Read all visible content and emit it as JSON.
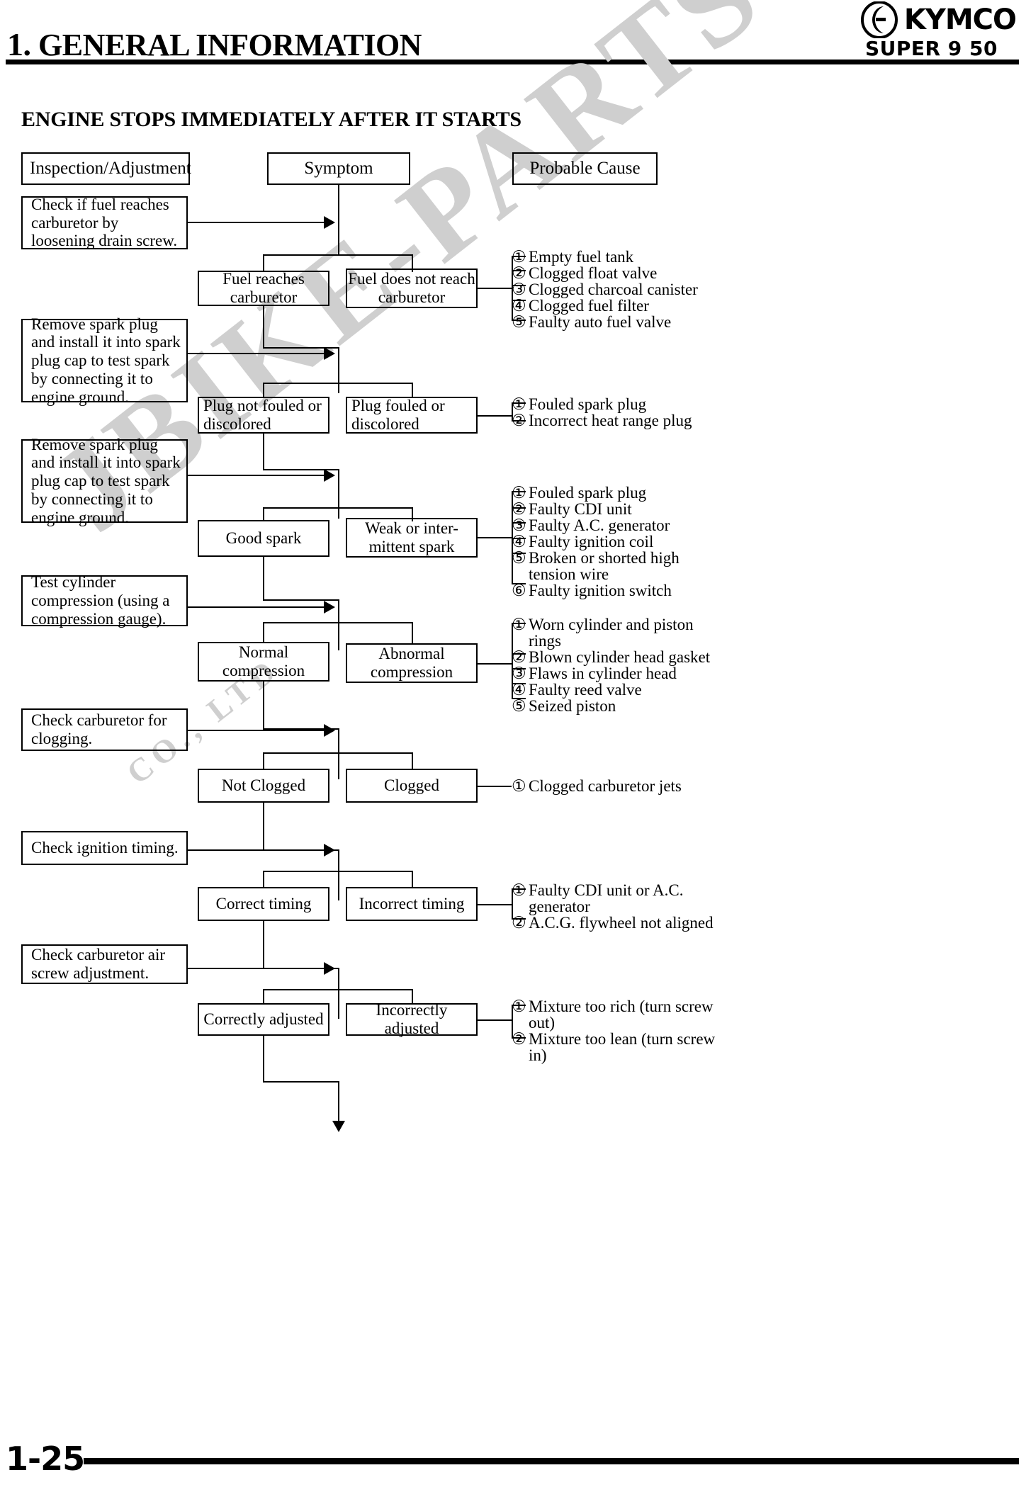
{
  "header": {
    "chapter_number": "1.",
    "chapter_title": "GENERAL INFORMATION",
    "brand": "KYMCO",
    "model": "SUPER 9    50"
  },
  "section_title": "ENGINE STOPS IMMEDIATELY AFTER IT STARTS",
  "column_headers": {
    "inspection": "Inspection/Adjustment",
    "symptom": "Symptom",
    "probable_cause": "Probable Cause"
  },
  "watermark": {
    "main": "JBIKE-PARTS",
    "sub": "CO., LTD"
  },
  "footer": {
    "page": "1-25"
  },
  "rows": [
    {
      "inspection": "Check if fuel reaches carburetor by loosening drain screw.",
      "ok_branch": "Fuel reaches carburetor",
      "ng_branch": "Fuel does not reach carburetor",
      "causes": [
        {
          "num": "①",
          "text": "Empty fuel tank"
        },
        {
          "num": "②",
          "text": "Clogged float valve"
        },
        {
          "num": "③",
          "text": "Clogged charcoal canister"
        },
        {
          "num": "④",
          "text": "Clogged fuel filter"
        },
        {
          "num": "⑤",
          "text": "Faulty auto fuel valve"
        }
      ]
    },
    {
      "inspection": "Remove spark plug and install it into spark plug cap to test spark by connecting it to engine ground.",
      "ok_branch": "Plug not fouled or discolored",
      "ng_branch": "Plug fouled or discolored",
      "causes": [
        {
          "num": "①",
          "text": "Fouled spark plug"
        },
        {
          "num": "②",
          "text": "Incorrect heat range plug"
        }
      ]
    },
    {
      "inspection": "Remove spark plug and install it into spark plug cap to test spark by connecting it to engine ground.",
      "ok_branch": "Good spark",
      "ng_branch": "Weak or inter-mittent spark",
      "causes": [
        {
          "num": "①",
          "text": "Fouled spark plug"
        },
        {
          "num": "②",
          "text": "Faulty CDI unit"
        },
        {
          "num": "③",
          "text": "Faulty A.C. generator"
        },
        {
          "num": "④",
          "text": "Faulty ignition coil"
        },
        {
          "num": "⑤",
          "text": "Broken or shorted high",
          "cont": "tension wire"
        },
        {
          "num": "⑥",
          "text": "Faulty ignition switch"
        }
      ]
    },
    {
      "inspection": "Test cylinder compression (using a compression gauge).",
      "ok_branch": "Normal compression",
      "ng_branch": "Abnormal compression",
      "causes": [
        {
          "num": "①",
          "text": "Worn cylinder and piston",
          "cont": "rings"
        },
        {
          "num": "②",
          "text": "Blown cylinder head gasket"
        },
        {
          "num": "③",
          "text": "Flaws in cylinder head"
        },
        {
          "num": "④",
          "text": "Faulty reed valve"
        },
        {
          "num": "⑤",
          "text": "Seized piston"
        }
      ]
    },
    {
      "inspection": "Check carburetor for clogging.",
      "ok_branch": "Not Clogged",
      "ng_branch": "Clogged",
      "causes": [
        {
          "num": "①",
          "text": "Clogged carburetor jets"
        }
      ]
    },
    {
      "inspection": "Check ignition timing.",
      "ok_branch": "Correct timing",
      "ng_branch": "Incorrect timing",
      "causes": [
        {
          "num": "①",
          "text": "Faulty CDI unit or A.C.",
          "cont": "generator"
        },
        {
          "num": "②",
          "text": "A.C.G. flywheel not aligned"
        }
      ]
    },
    {
      "inspection": "Check carburetor air screw adjustment.",
      "ok_branch": "Correctly adjusted",
      "ng_branch": "Incorrectly adjusted",
      "causes": [
        {
          "num": "①",
          "text": "Mixture too rich (turn screw",
          "cont": "out)"
        },
        {
          "num": "②",
          "text": "Mixture too lean (turn screw",
          "cont": "in)"
        }
      ]
    }
  ]
}
